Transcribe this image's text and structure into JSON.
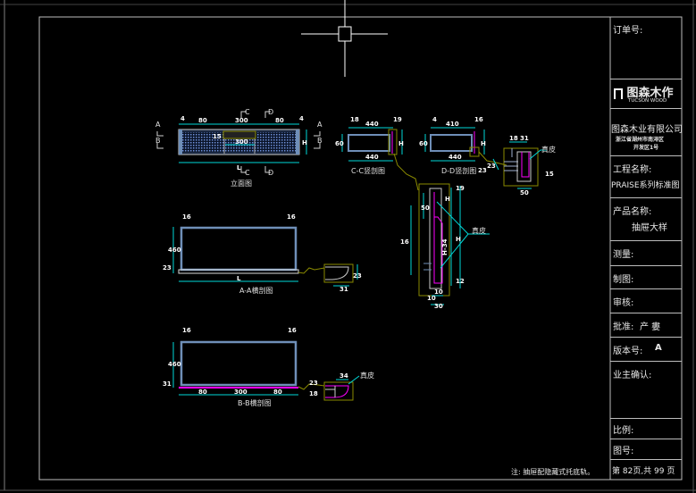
{
  "title_block": {
    "order_no_label": "订单号:",
    "logo_cn": "图森木作",
    "logo_en": "TUCSON WOOD",
    "company": "图森木业有限公司",
    "address_line1": "浙江省湖州市南浔区",
    "address_line2": "开发区1号",
    "project_label": "工程名称:",
    "project_value": "PRAISE系列标准图",
    "product_label": "产品名称:",
    "product_value": "抽屉大样",
    "measure_label": "测量:",
    "drawn_label": "制图:",
    "review_label": "审核:",
    "approve_label": "批准:",
    "approve_value": "产  婁",
    "version_label": "版本号:",
    "version_value": "A",
    "owner_label": "业主确认:",
    "scale_label": "比例:",
    "drawing_no_label": "图号:",
    "page_info": "第 82页,共 99 页"
  },
  "note": "注: 抽屉配隐藏式托底轨。",
  "colors": {
    "dim": "#00d8d8",
    "frame": "#bdbdbd",
    "panel": "#6f8fb8",
    "leather": "#ff00ff",
    "detail": "#8a8a00"
  },
  "views": {
    "elevation": {
      "caption": "立面图",
      "dims_top": [
        "4",
        "80",
        "300",
        "80",
        "4"
      ],
      "inner": "300",
      "handle": "15",
      "height": "H",
      "length": "L",
      "cut_a": "A",
      "cut_b": "B",
      "cut_c": "C",
      "cut_d": "D"
    },
    "section_cc": {
      "caption": "C-C竖剖图",
      "d1": "18",
      "d2": "440",
      "d3": "19",
      "d4": "60",
      "d5": "H",
      "d6": "440"
    },
    "section_dd": {
      "caption": "D-D竖剖图",
      "d1": "4",
      "d2": "410",
      "d3": "16",
      "d4": "60",
      "d5": "H",
      "d6": "440",
      "d7": "23"
    },
    "section_aa": {
      "caption": "A-A横剖图",
      "d1": "16",
      "d2": "16",
      "d3": "460",
      "d4": "23",
      "d5": "L",
      "d6": "31",
      "d7": "23"
    },
    "section_bb": {
      "caption": "B-B横剖图",
      "d1": "16",
      "d2": "16",
      "d3": "460",
      "d4": "31",
      "d5": "80",
      "d6": "300",
      "d7": "80",
      "d8": "34",
      "d9": "23",
      "d10": "18",
      "leather": "真皮"
    },
    "detail_top": {
      "d1": "18",
      "d2": "31",
      "d3": "50",
      "d4": "23",
      "d5": "15",
      "leather": "真皮"
    },
    "detail_section": {
      "d1": "16",
      "d2": "50",
      "d3": "H",
      "d4": "H-34",
      "d5": "19",
      "d6": "10",
      "d7": "10",
      "d8": "30",
      "d9": "H",
      "d10": "12",
      "leather": "真皮"
    }
  }
}
